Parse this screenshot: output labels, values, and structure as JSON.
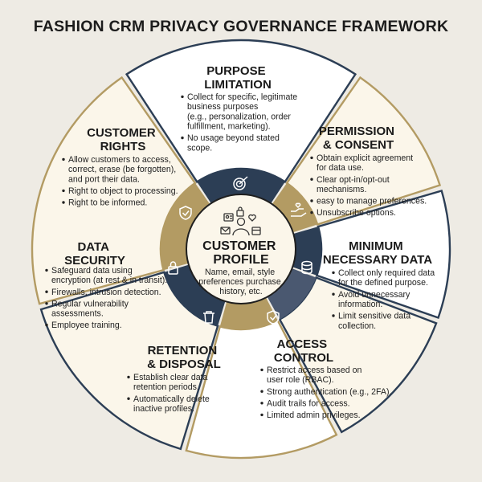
{
  "title": "FASHION CRM PRIVACY GOVERNANCE FRAMEWORK",
  "center": {
    "heading": [
      "CUSTOMER",
      "PROFILE"
    ],
    "body": [
      "Name, email, style",
      "preferences purchase",
      "history, etc."
    ],
    "icons": [
      "id-card-icon",
      "heart-icon",
      "mail-icon",
      "user-icon",
      "calendar-icon",
      "shopping-bag-icon"
    ]
  },
  "colors": {
    "navy": "#2c3e55",
    "gold": "#b39b63",
    "slate": "#4a5870",
    "cream": "#fbf6ea",
    "background": "#eeebe4"
  },
  "sectors": [
    {
      "id": "purpose-limitation",
      "heading": [
        "PURPOSE",
        "LIMITATION"
      ],
      "icon": "target-icon",
      "bullets": [
        [
          "Collect for specific, legitimate",
          "business purposes",
          "(e.g., personalization, order",
          "fulfillment, marketing)."
        ],
        [
          "No usage beyond stated",
          "scope."
        ]
      ]
    },
    {
      "id": "permission-consent",
      "heading": [
        "PERMISSION",
        "& CONSENT"
      ],
      "icon": "hand-heart-icon",
      "bullets": [
        [
          "Obtain explicit agreement",
          "for data use."
        ],
        [
          "Clear opt-in/opt-out",
          "mechanisms."
        ],
        [
          "easy to manage preferences."
        ],
        [
          "Unsubscribe options."
        ]
      ]
    },
    {
      "id": "minimum-necessary-data",
      "heading": [
        "MINIMUM",
        "NECESSARY DATA"
      ],
      "icon": "database-icon",
      "bullets": [
        [
          "Collect only required data",
          "for the defined purpose."
        ],
        [
          "Avoid unnecessary",
          "information."
        ],
        [
          "Limit sensitive data",
          "collection."
        ]
      ]
    },
    {
      "id": "access-control",
      "heading": [
        "ACCESS",
        "CONTROL"
      ],
      "icon": "shield-check-icon",
      "bullets": [
        [
          "Restrict access based on",
          "user role (RBAC)."
        ],
        [
          "Strong authentication (e.g., 2FA)."
        ],
        [
          "Audit trails for access."
        ],
        [
          "Limited admin privileges."
        ]
      ]
    },
    {
      "id": "retention-disposal",
      "heading": [
        "RETENTION",
        "& DISPOSAL"
      ],
      "icon": "trash-icon",
      "bullets": [
        [
          "Establish clear data",
          "retention periods."
        ],
        [
          "Automatically delete",
          "inactive profiles."
        ]
      ]
    },
    {
      "id": "data-security",
      "heading": [
        "DATA",
        "SECURITY"
      ],
      "icon": "lock-icon",
      "bullets": [
        [
          "Safeguard data using",
          "encryption (at rest & in transit)."
        ],
        [
          "Firewalls, intrusion detection."
        ],
        [
          "Regular vulnerability",
          "assessments."
        ],
        [
          "Employee training."
        ]
      ]
    },
    {
      "id": "customer-rights",
      "heading": [
        "CUSTOMER",
        "RIGHTS"
      ],
      "icon": "shield-check-icon",
      "bullets": [
        [
          "Allow customers to access,",
          "correct, erase (be forgotten),",
          "and port their data."
        ],
        [
          "Right to object to processing."
        ],
        [
          "Right to be informed."
        ]
      ]
    }
  ]
}
